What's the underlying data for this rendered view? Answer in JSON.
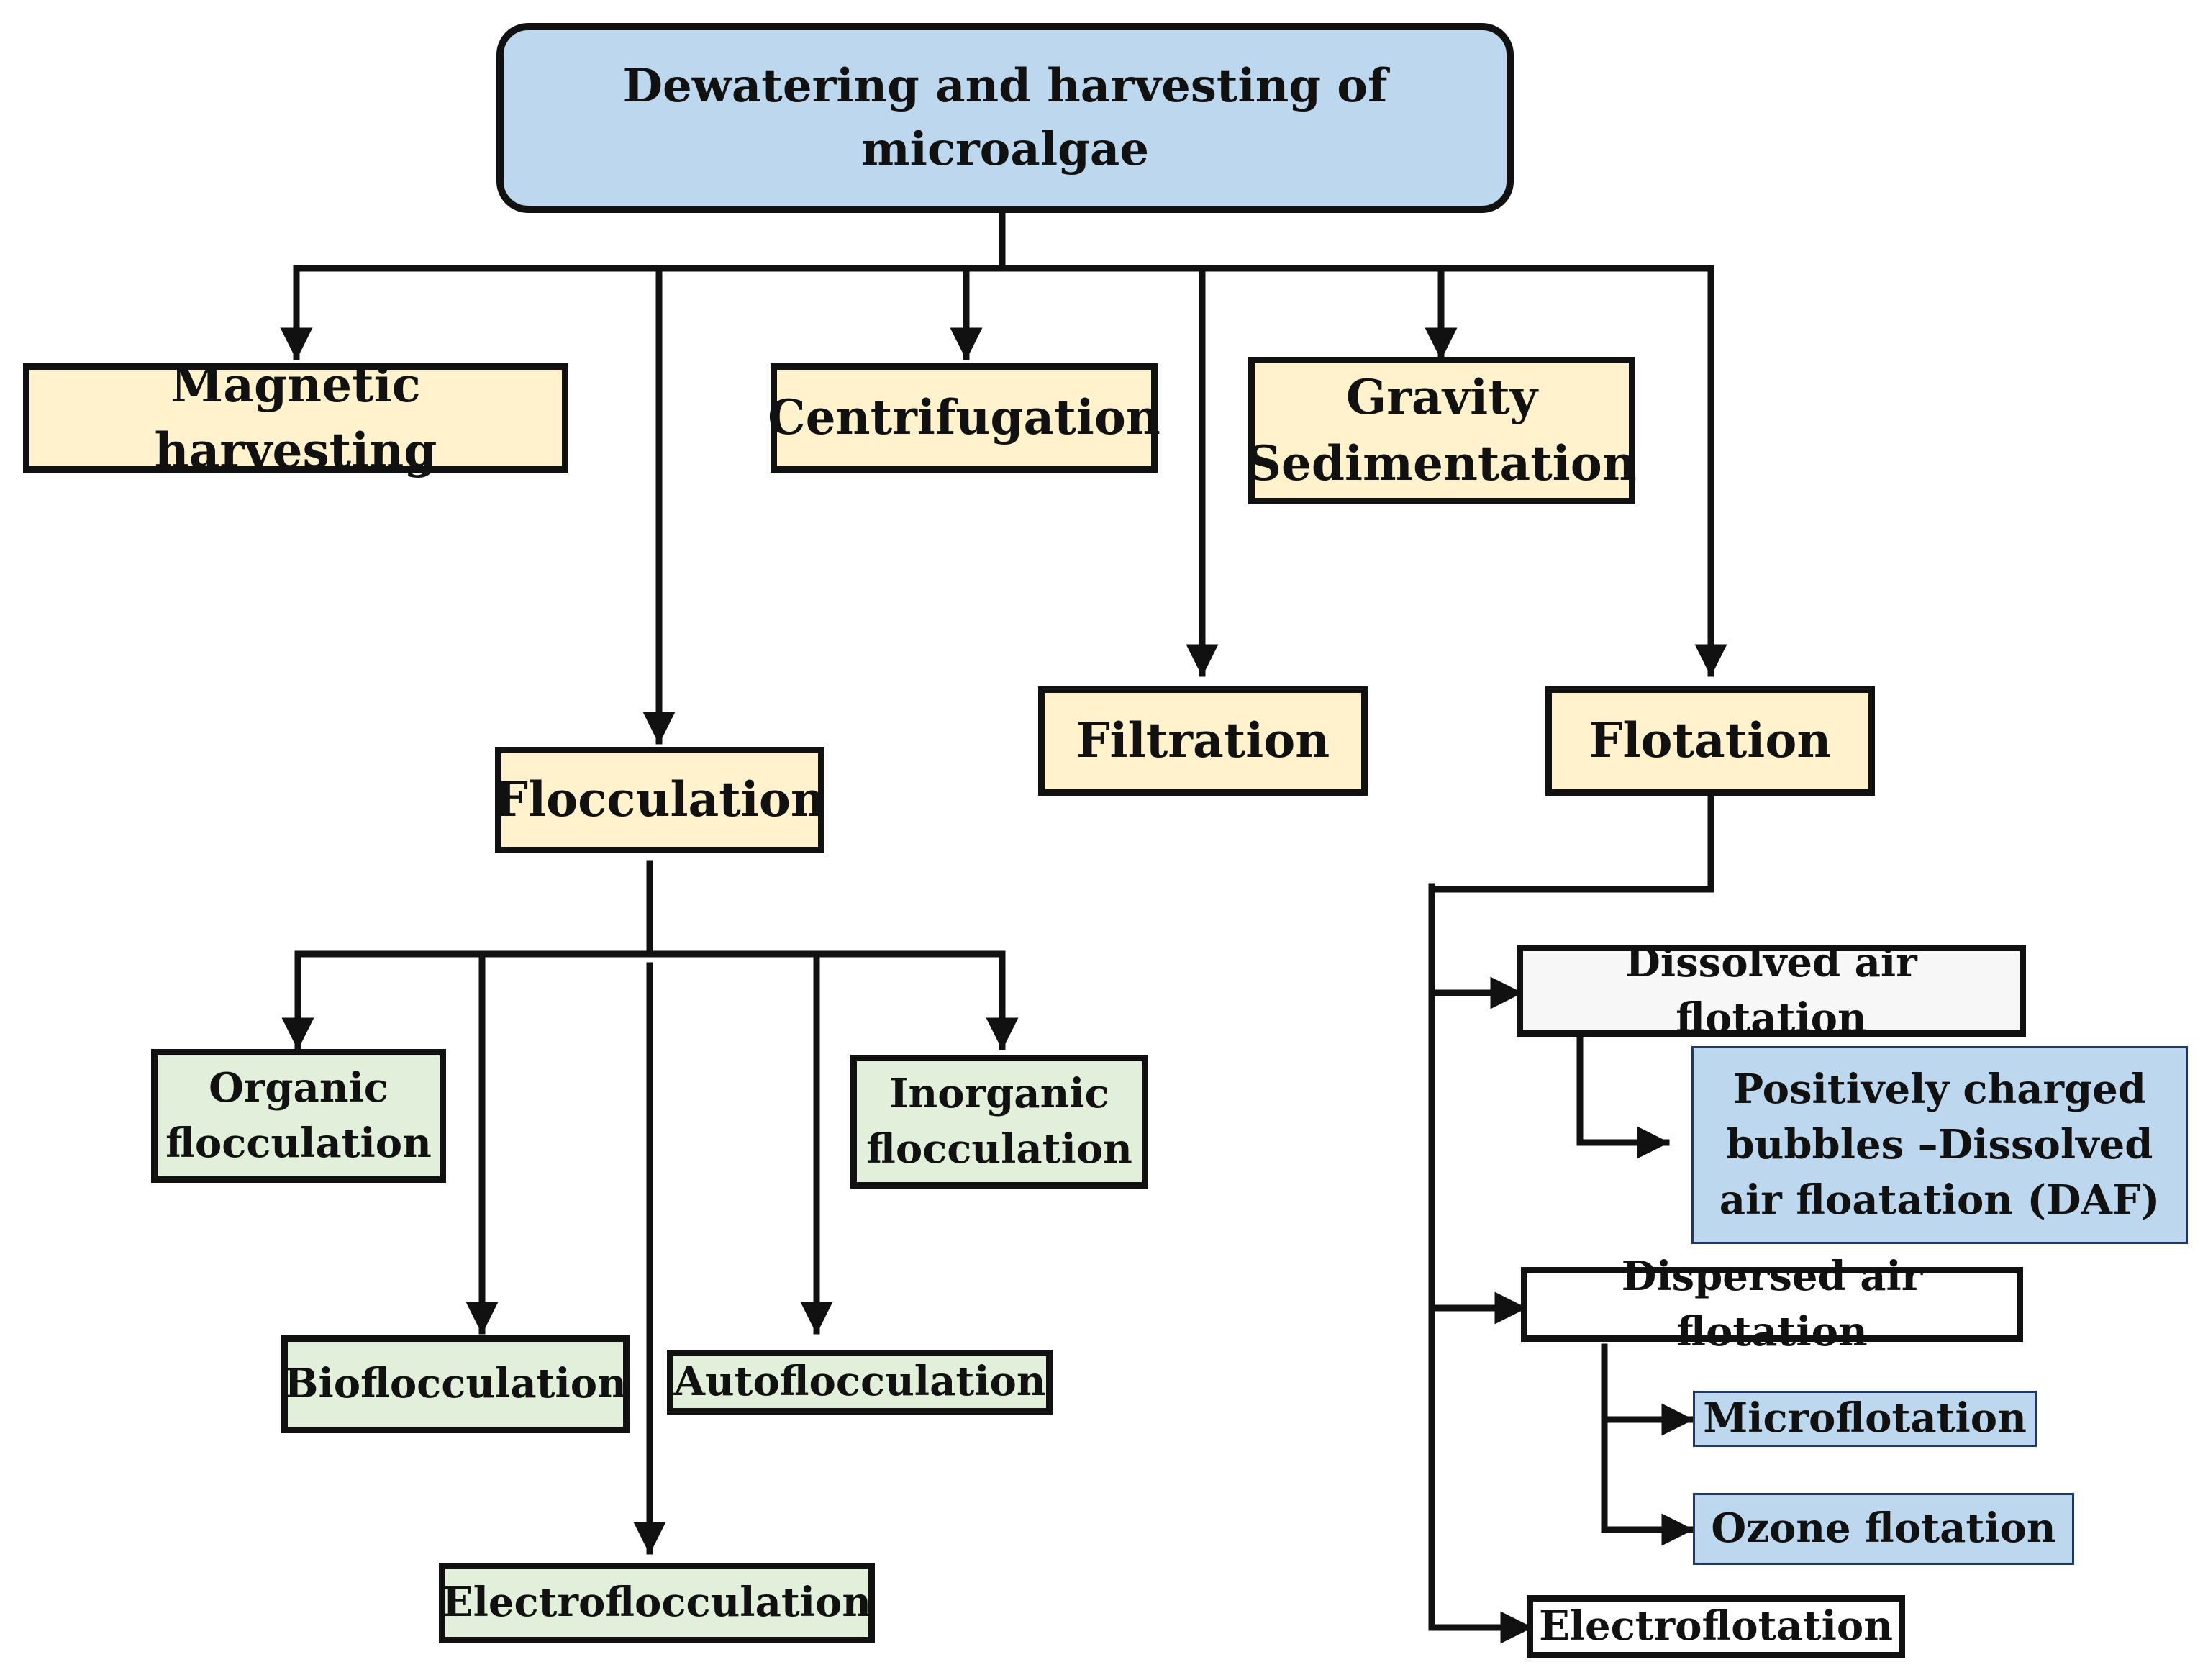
{
  "diagram": {
    "root": "Dewatering and harvesting of microalgae",
    "methods": {
      "magnetic": "Magnetic harvesting",
      "centrifugation": "Centrifugation",
      "gravity": "Gravity Sedimentation",
      "flocculation": "Flocculation",
      "filtration": "Filtration",
      "flotation": "Flotation"
    },
    "flocculation_types": {
      "organic": "Organic flocculation",
      "inorganic": "Inorganic flocculation",
      "bio": "Bioflocculation",
      "auto": "Autoflocculation",
      "electro": "Electroflocculation"
    },
    "flotation_types": {
      "dissolved": "Dissolved air flotation",
      "daf": "Positively charged bubbles –Dissolved air floatation (DAF)",
      "dispersed": "Dispersed air flotation",
      "micro": "Microflotation",
      "ozone": "Ozone flotation",
      "electro": "Electroflotation"
    }
  },
  "colors": {
    "root_fill": "#bdd7ee",
    "method_fill": "#fff2cc",
    "flocculation_fill": "#e2efda",
    "flotation_fill": "#f7f7f7",
    "flotation_detail_fill": "#bdd7ee",
    "line": "#111111"
  }
}
